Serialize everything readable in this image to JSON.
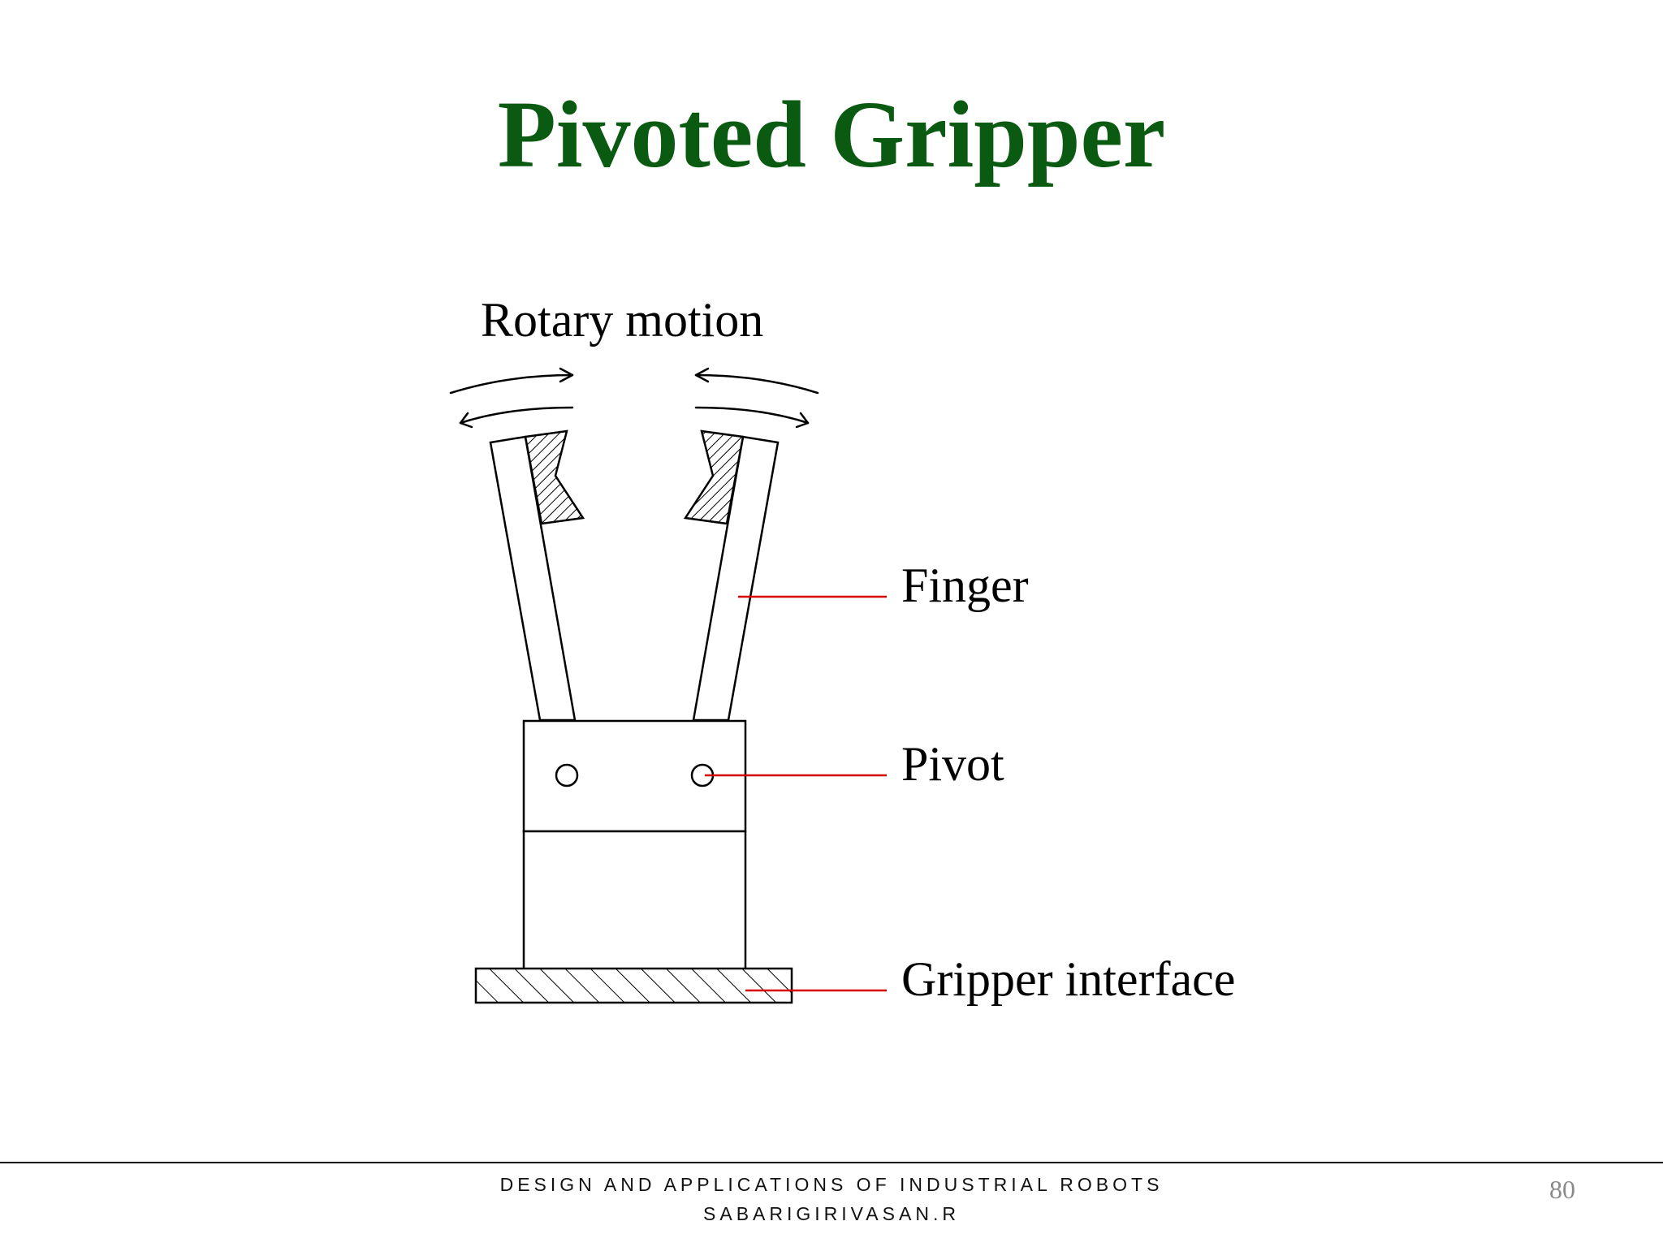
{
  "slide": {
    "title": "Pivoted Gripper",
    "page_number": "80"
  },
  "diagram": {
    "labels": {
      "rotary_motion": "Rotary motion",
      "finger": "Finger",
      "pivot": "Pivot",
      "gripper_interface": "Gripper interface"
    },
    "colors": {
      "title": "#0b5a12",
      "leader_lines": "#d40000",
      "outline": "#000000"
    }
  },
  "footer": {
    "course": "DESIGN AND APPLICATIONS OF INDUSTRIAL ROBOTS",
    "author": "SABARIGIRIVASAN.R"
  }
}
